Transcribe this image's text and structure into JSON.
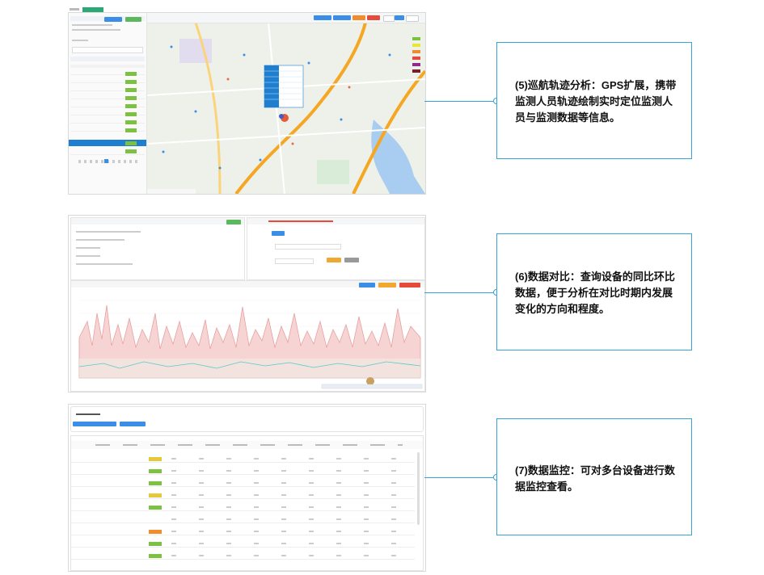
{
  "callouts": [
    {
      "id": "cruise",
      "text": "(5)巡航轨迹分析：GPS扩展，携带监测人员轨迹绘制实时定位监测人员与监测数据等信息。"
    },
    {
      "id": "compare",
      "text": "(6)数据对比：查询设备的同比环比数据，便于分析在对比时期内发展变化的方向和程度。"
    },
    {
      "id": "monitor",
      "text": "(7)数据监控：可对多台设备进行数据监控查看。"
    }
  ],
  "colors": {
    "accent": "#36a3d9",
    "green_badge": "#7cc142",
    "yellow_badge": "#e6c93a",
    "orange_badge": "#f08c2e",
    "chart_pink": "#e8a0a0",
    "chart_teal": "#5bc8c8",
    "map_road": "#f5a623"
  }
}
